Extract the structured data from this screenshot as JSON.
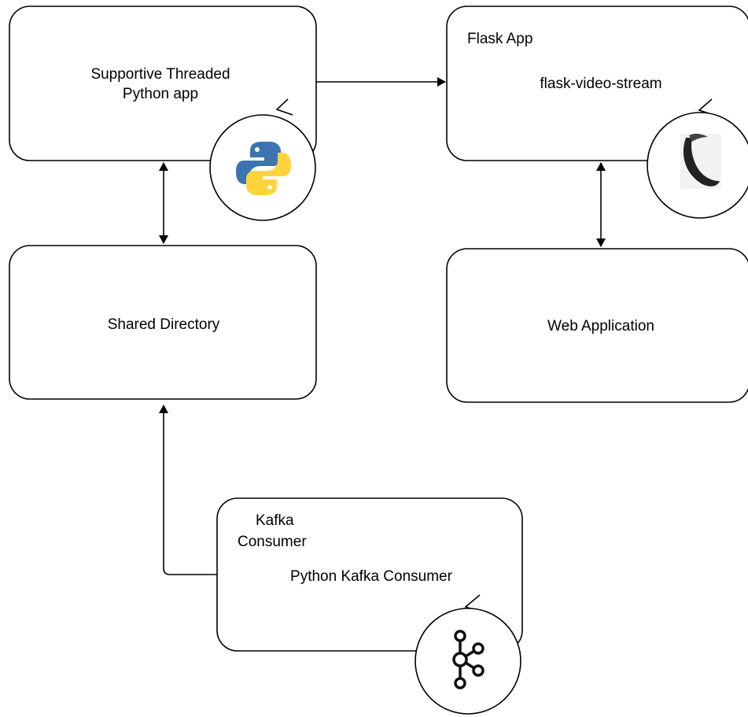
{
  "nodes": {
    "supportive_app": {
      "title_line1": "Supportive Threaded",
      "title_line2": "Python app",
      "icon": "python-logo-icon"
    },
    "flask_app": {
      "title": "Flask App",
      "subtitle": "flask-video-stream",
      "icon": "flask-horn-icon"
    },
    "shared_directory": {
      "title": "Shared Directory"
    },
    "web_application": {
      "title": "Web Application"
    },
    "kafka_consumer": {
      "title_line1": "Kafka",
      "title_line2": "Consumer",
      "subtitle": "Python Kafka Consumer",
      "icon": "kafka-logo-icon"
    }
  },
  "colors": {
    "stroke": "#000000",
    "python_blue": "#3b74b1",
    "python_yellow": "#ffd43b",
    "background": "#ffffff"
  }
}
